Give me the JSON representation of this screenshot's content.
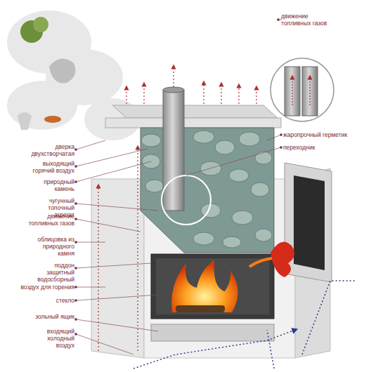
{
  "diagram": {
    "labels": [
      "движение топливных газов",
      "жаропрочный герметик",
      "переходник",
      "дверка двухстворчатая",
      "выходящий горячий воздух",
      "природный камень",
      "чугунный топочный агрегат",
      "движение топливных газов",
      "облицовка из природного камня",
      "поддон защитный водосборный",
      "воздух для горения",
      "стекло",
      "зольный ящик",
      "входящий холодный воздух"
    ]
  }
}
